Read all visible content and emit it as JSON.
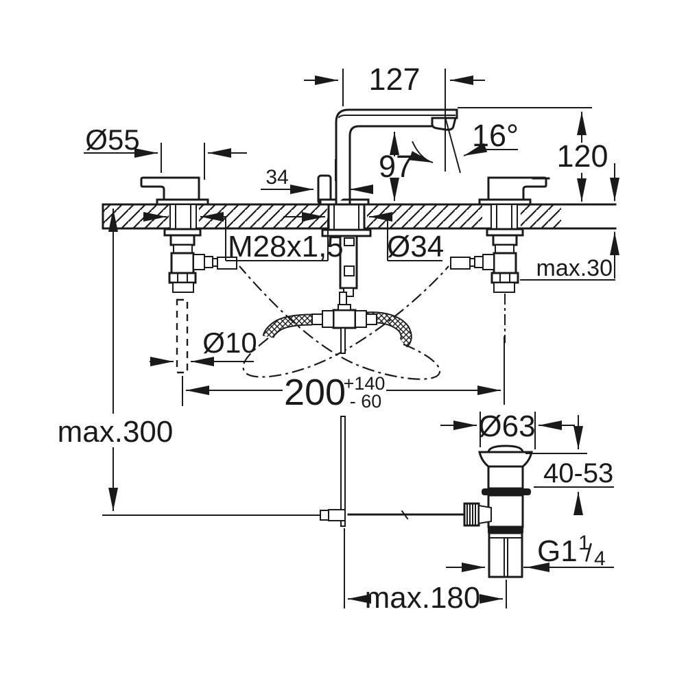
{
  "diagram": {
    "type": "technical-installation-drawing",
    "subject": "Three-hole basin mixer with pop-up waste - installation dimensions",
    "units": "mm",
    "background_color": "#ffffff",
    "line_color": "#1a1a1a",
    "dims": {
      "spout_reach": "127",
      "spray_angle": "16°",
      "height_above_deck": "120",
      "spout_clearance": "97",
      "handle_escutcheon_diameter": "Ø55",
      "popup_lever_offset": "34",
      "mounting_thread": "M28x1,5",
      "deck_hole_diameter": "Ø34",
      "max_deck_thickness": "max.30",
      "popup_rod_diameter": "Ø10",
      "hose_length_nominal": "200",
      "hose_length_plus": "+140",
      "hose_length_minus": "- 60",
      "max_rod_depth": "max.300",
      "waste_flange_diameter": "Ø63",
      "waste_deck_range": "40-53",
      "waste_thread_prefix": "G1",
      "waste_thread_numerator": "1",
      "waste_thread_slash": "/",
      "waste_thread_denominator": "4",
      "max_waste_offset": "max.180"
    }
  }
}
